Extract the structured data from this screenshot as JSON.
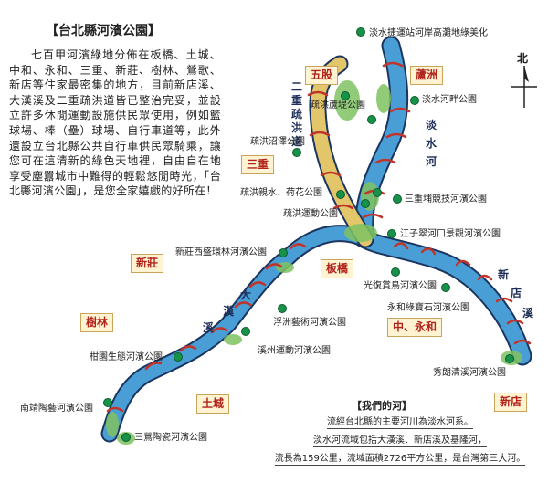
{
  "title": "【台北縣河濱公園】",
  "intro": "七百甲河濱綠地分佈在板橋、土城、中和、永和、三重、新莊、樹林、鶯歌、新店等住家最密集的地方，目前新店溪、大漢溪及二重疏洪道皆已整治完妥，並設立許多休閒運動設施供民眾使用，例如籃球場、棒（壘）球場、自行車道等，此外還設立台北縣公共自行車供民眾騎乘，讓您可在這清新的綠色天地裡，自由自在地享受塵囂城市中難得的輕鬆悠閒時光，「台北縣河濱公園」，是您全家嬉戲的好所在！",
  "notice": "淡水捷運站河岸高灘地綠美化",
  "north_label": "北",
  "districts": {
    "wugu": "五股",
    "luzhou": "蘆洲",
    "sanchong": "三重",
    "xinzhuang": "新莊",
    "banqiao": "板橋",
    "shulin": "樹林",
    "zhongyonghe": "中、永和",
    "tucheng": "土城",
    "xindian": "新店"
  },
  "rivers": {
    "floodway": "二重疏洪道",
    "danshui": [
      "淡",
      "水",
      "河"
    ],
    "dahan": [
      "大",
      "漢",
      "溪"
    ],
    "xindian": [
      "新",
      "店",
      "溪"
    ]
  },
  "parks": {
    "luti": "疏洪蘆堤公園",
    "danshui_pan": "淡水河畔公園",
    "zhaoze": "疏洪沼澤公園",
    "qinshui": "疏洪親水、荷花公園",
    "sanchong_jingji": "三重埔競技河濱公園",
    "yundong": "疏洪運動公園",
    "jiangzicui": "江子翠河口景觀河濱公園",
    "xinzhuang_xiyuan": "新莊西盛環林河濱公園",
    "guangfu": "光復賞鳥河濱公園",
    "yonghe_baoshi": "永和綠寶石河濱公園",
    "fuzhou": "浮洲藝術河濱公園",
    "xizhou": "溪州運動河濱公園",
    "ganyuan": "柑園生態河濱公園",
    "xiuling": "秀朗清溪河濱公園",
    "nanjing": "南靖陶藝河濱公園",
    "sanying": "三鶯陶瓷河濱公園"
  },
  "legend": {
    "title": "【我們的河】",
    "lines": [
      "流經台北縣的主要河川為淡水河系。",
      "淡水河流域包括大漢溪、新店溪及基隆河，",
      "流長為159公里，流域面積2726平方公里，是台灣第三大河。"
    ]
  },
  "colors": {
    "river": "#4a9ed6",
    "river_bank": "#1a3560",
    "floodway": "#e4c66a",
    "park_green": "#16924a",
    "district_fill": "#fff3d2",
    "district_text": "#b1241c",
    "bridge": "#c0352b"
  }
}
